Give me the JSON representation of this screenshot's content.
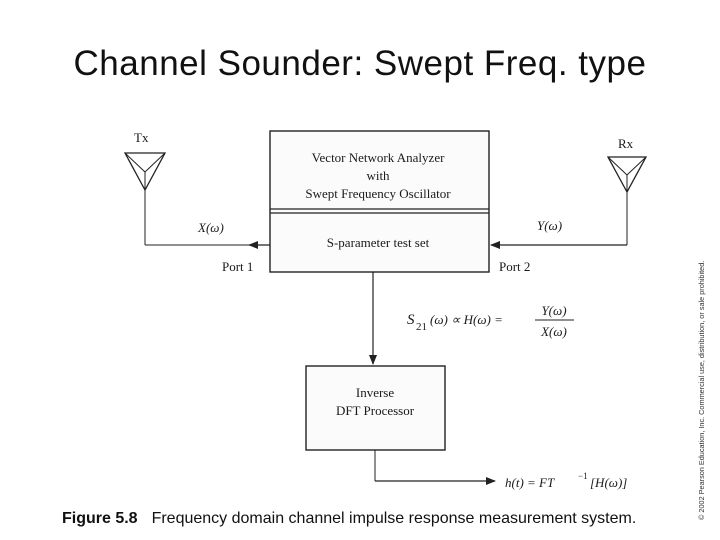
{
  "title": "Channel Sounder: Swept Freq. type",
  "diagram": {
    "tx_label": "Tx",
    "rx_label": "Rx",
    "vna_line1": "Vector Network Analyzer",
    "vna_line2": "with",
    "vna_line3": "Swept Frequency Oscillator",
    "sparam_label": "S-parameter test set",
    "port1_label": "Port 1",
    "port2_label": "Port 2",
    "x_signal": "X(ω)",
    "y_signal": "Y(ω)",
    "s21_symbol": "S",
    "s21_sub": "21",
    "s21_arg": "(ω) ∝ H(ω) =",
    "frac_num": "Y(ω)",
    "frac_den": "X(ω)",
    "dft_line1": "Inverse",
    "dft_line2": "DFT Processor",
    "output_left": "h(t) = FT",
    "output_sup": "−1",
    "output_right": "[H(ω)]"
  },
  "caption": {
    "figure_label": "Figure 5.8",
    "text": "Frequency domain channel impulse response measurement system."
  },
  "copyright": "© 2002 Pearson Education, Inc. Commercial use, distribution, or sale prohibited."
}
